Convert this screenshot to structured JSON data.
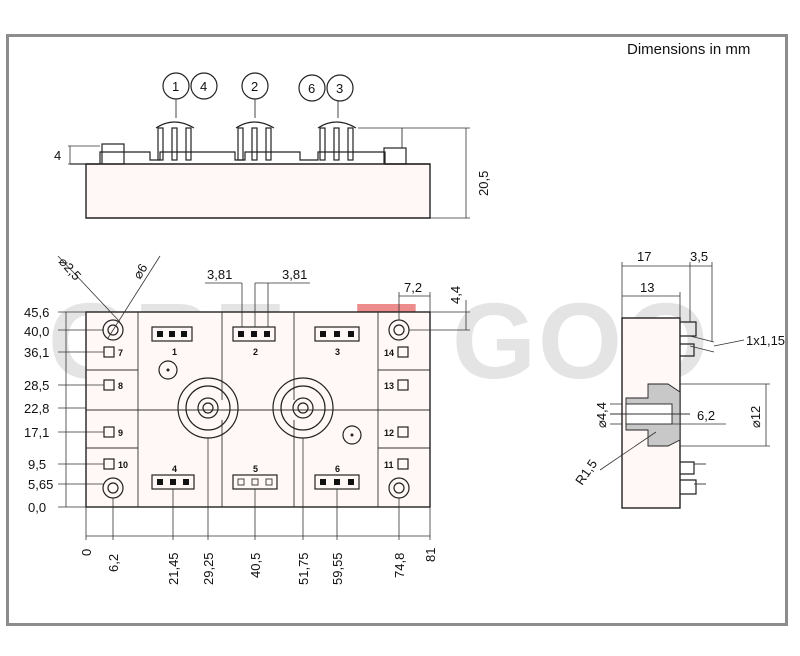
{
  "units_note": "Dimensions in mm",
  "watermark": {
    "part1": "GRE",
    "part2": "E",
    "part3": "GOO"
  },
  "top_view": {
    "callouts": [
      "1",
      "4",
      "2",
      "6",
      "3"
    ],
    "dim_left": "4",
    "dim_right": "20,5"
  },
  "front_view": {
    "y_labels": [
      "45,6",
      "40,0",
      "36,1",
      "28,5",
      "22,8",
      "17,1",
      "9,5",
      "5,65",
      "0,0"
    ],
    "x_labels": [
      "0",
      "6,2",
      "21,45",
      "29,25",
      "40,5",
      "51,75",
      "59,55",
      "74,8",
      "81"
    ],
    "top_dims": [
      "3,81",
      "3,81",
      "7,2",
      "4,4"
    ],
    "diameters": [
      "2,5",
      "6"
    ],
    "terminal_numbers": [
      "1",
      "2",
      "3",
      "4",
      "5",
      "6"
    ],
    "pin_numbers": [
      "7",
      "8",
      "9",
      "10",
      "11",
      "12",
      "13",
      "14"
    ]
  },
  "side_view": {
    "dims": [
      "17",
      "3,5",
      "13",
      "1x1,15",
      "4,4",
      "6,2",
      "12",
      "R1,5"
    ]
  }
}
